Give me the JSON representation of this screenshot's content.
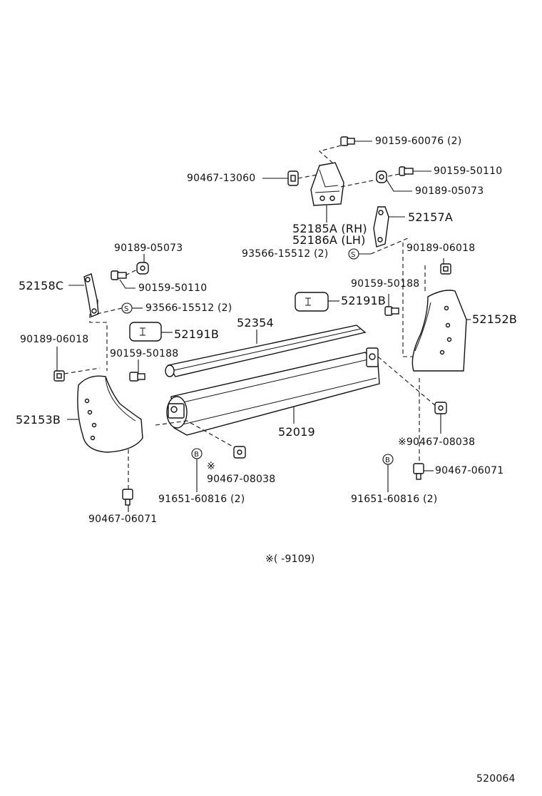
{
  "labels": {
    "l_90159_60076": "90159-60076 (2)",
    "l_90467_13060": "90467-13060",
    "l_90159_50110_top": "90159-50110",
    "l_90189_05073_top": "90189-05073",
    "l_52185a": "52185A (RH)",
    "l_52186a": "52186A (LH)",
    "l_52157a": "52157A",
    "l_93566_right": "93566-15512 (2)",
    "l_90189_06018_right": "90189-06018",
    "l_90189_05073_left": "90189-05073",
    "l_52158c": "52158C",
    "l_90159_50110_left": "90159-50110",
    "l_93566_left": "93566-15512 (2)",
    "l_90159_50188_right": "90159-50188",
    "l_52191b_right": "52191B",
    "l_52152b": "52152B",
    "l_52354": "52354",
    "l_52191b_left": "52191B",
    "l_90189_06018_left": "90189-06018",
    "l_90159_50188_left": "90159-50188",
    "l_52153b": "52153B",
    "l_52019": "52019",
    "l_90467_08038_right": "※90467-08038",
    "l_90467_06071_right": "90467-06071",
    "l_mark_left": "※",
    "l_90467_08038_left": "90467-08038",
    "l_91651_left": "91651-60816 (2)",
    "l_91651_right": "91651-60816 (2)",
    "l_90467_06071_left": "90467-06071",
    "l_note": "※(      -9109)",
    "l_figure_no": "520064"
  },
  "symbols": {
    "s_circle": "S",
    "b_circle": "B"
  }
}
